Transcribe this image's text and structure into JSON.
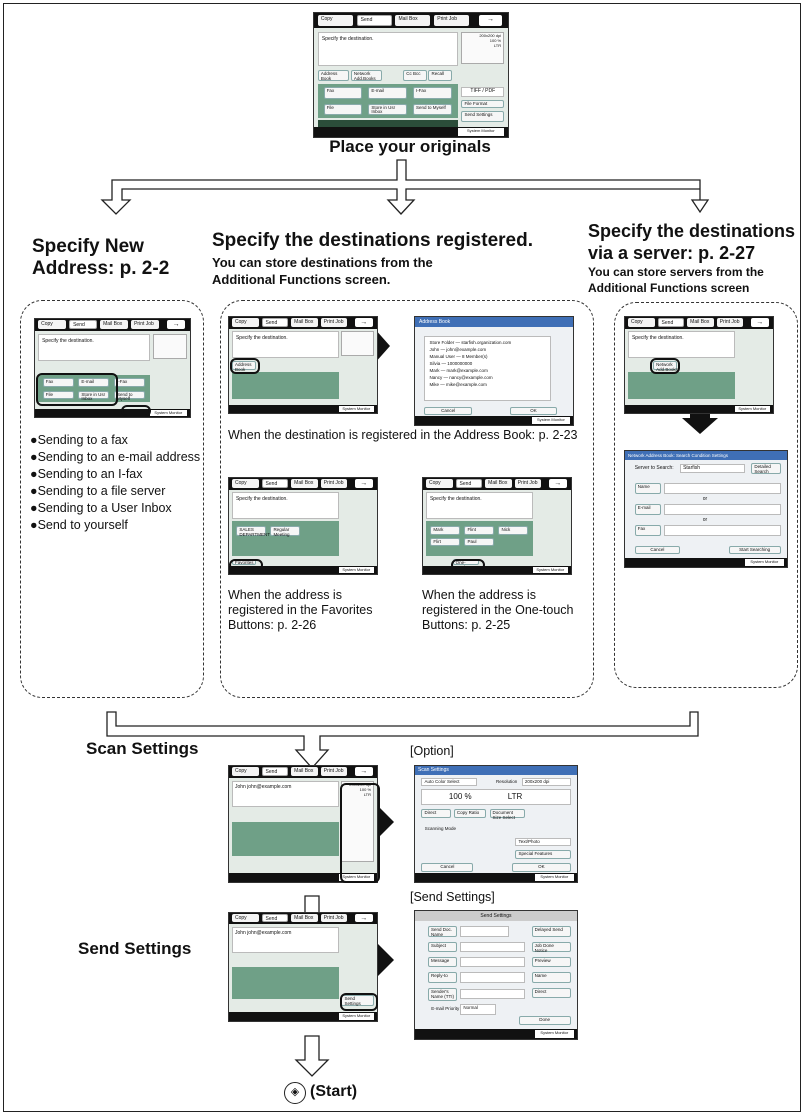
{
  "start": {
    "place": "Place your originals",
    "start_label": "(Start)"
  },
  "new_address": {
    "title": "Specify New Address: p. 2-2",
    "items": [
      "Sending to a fax",
      "Sending to an e-mail address",
      "Sending to an I-fax",
      "Sending to a file server",
      "Sending to a User Inbox",
      "Send to yourself"
    ]
  },
  "registered": {
    "title": "Specify the destinations registered.",
    "subtitle": "You can store destinations from the Additional Functions screen.",
    "cap_address_book": "When the destination is registered in the Address Book: p. 2-23",
    "cap_favorites": "When the address is registered in the Favorites Buttons: p. 2-26",
    "cap_onetouch": "When the address is registered in the One-touch Buttons: p. 2-25"
  },
  "server": {
    "title": "Specify the destinations via a server: p. 2-27",
    "subtitle": "You can store servers from the Additional Functions screen"
  },
  "scan": {
    "title": "Scan Settings",
    "option": "[Option]"
  },
  "send": {
    "title": "Send Settings",
    "option": "[Send Settings]"
  },
  "screen": {
    "tab_copy": "Copy",
    "tab_send": "Send",
    "tab_mailbox": "Mail Box",
    "tab_print": "Print Job",
    "tab_arrow": "→",
    "specify": "Specify the destination.",
    "res": "200x200 dpi",
    "zoom": "100 %",
    "ltr": "LTR",
    "address_book": "Address Book",
    "network": "Network Add.Books",
    "cc": "Cc Bcc",
    "recall": "Recall",
    "fax": "Fax",
    "email": "E-mail",
    "ifax": "I-Fax",
    "file": "File",
    "store": "Store in Usr Inbox",
    "myself": "Send to Myself",
    "favorites": "Favorites",
    "onetouch": "One-touch",
    "new_address": "New Address",
    "system_monitor": "System Monitor",
    "file_format": "File Format",
    "send_settings": "Send Settings",
    "tiff": "TIFF / PDF"
  },
  "address_book_screen": {
    "title": "Address Book",
    "entries": [
      "Store Folder",
      "John",
      "Manual User",
      "Silvia",
      "Mark",
      "Nancy",
      "Mike"
    ],
    "emails": [
      "starfish.organization.com",
      "john@example.com",
      "8 Member(s)",
      "1000000000",
      "mark@example.com",
      "nancy@example.com",
      "mike@example.com"
    ],
    "cancel": "Cancel",
    "ok": "OK"
  },
  "favorites_buttons": [
    "SALES DEPARTMENT",
    "Regular Meeting"
  ],
  "onetouch_buttons": [
    "Mark",
    "Flint",
    "Nick",
    "Flirt",
    "Paul"
  ],
  "server_screen": {
    "title": "Network Address Book: Search Condition Settings",
    "server_label": "Server to Search:",
    "server_value": "Starfish",
    "detailed": "Detailed Search",
    "name": "Name",
    "email": "E-mail",
    "fax": "Fax",
    "or": "or",
    "cancel": "Cancel",
    "start": "Start Searching",
    "system_monitor": "System Monitor"
  },
  "scan_screen": {
    "title": "Scan Settings",
    "color": "Auto Color Select",
    "resolution_label": "Resolution",
    "resolution": "200x200 dpi",
    "zoom": "100 %",
    "size": "LTR",
    "direct": "Direct",
    "copy_ratio": "Copy Ratio",
    "doc_size": "Document Size Select",
    "scanning_mode": "Scanning Mode",
    "mode": "Text/Photo",
    "special": "Special Features",
    "cancel": "Cancel",
    "ok": "OK",
    "system_monitor": "System Monitor"
  },
  "send_screen": {
    "title": "Send Settings",
    "fields": [
      "Send Doc. Name",
      "Subject",
      "Message",
      "Reply-to",
      "Sender's Name (TTI)",
      "E-mail Priority"
    ],
    "priority": "Normal",
    "right_buttons": [
      "Delayed Send",
      "Job Done Notice",
      "Preview",
      "Name",
      "Direct"
    ],
    "done": "Done",
    "system_monitor": "System Monitor"
  },
  "colors": {
    "screen_green": "#6fa087",
    "screen_bg": "#e4ebe6",
    "highlight": "#111111"
  }
}
